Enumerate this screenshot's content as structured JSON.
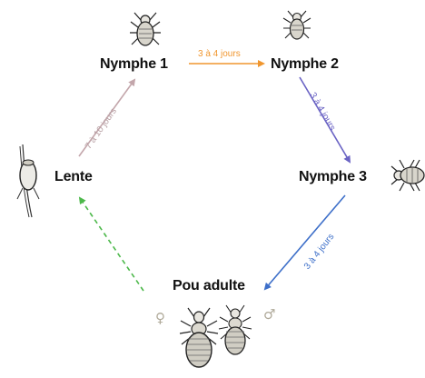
{
  "stages": {
    "nymphe1": "Nymphe 1",
    "nymphe2": "Nymphe 2",
    "nymphe3": "Nymphe 3",
    "lente": "Lente",
    "pou_adulte": "Pou adulte"
  },
  "durations": {
    "n1_to_n2": "3 à 4 jours",
    "n2_to_n3": "3 à 4 jours",
    "n3_to_adult": "3 à 4 jours",
    "lente_to_n1": "7 à 10 jours"
  },
  "symbols": {
    "female": "♀",
    "male": "♂"
  },
  "colors": {
    "n1_to_n2": "#f0962e",
    "n2_to_n3": "#6a63c4",
    "n3_to_adult": "#3d6fc9",
    "lente_to_n1": "#c3a6ab",
    "adult_to_lente": "#4cb84a"
  }
}
